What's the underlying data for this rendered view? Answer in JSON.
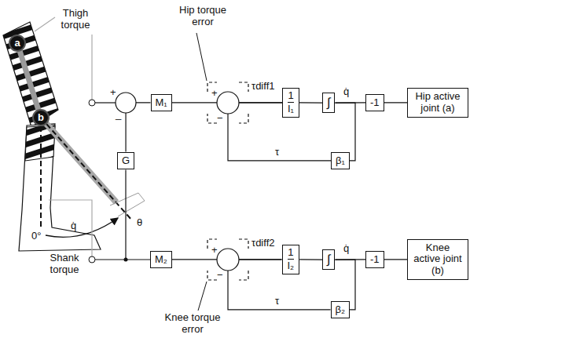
{
  "diagram": {
    "nodes": [
      {
        "text": [
          "M₁"
        ]
      },
      {
        "text": [
          "G"
        ]
      },
      {
        "text": [
          "M₂"
        ]
      },
      {
        "text": [
          "1",
          "I₁"
        ]
      },
      {
        "text": [
          "∫"
        ]
      },
      {
        "text": [
          "-1"
        ]
      },
      {
        "text": [
          "Hip active joint (a)"
        ]
      },
      {
        "text": [
          "β₁"
        ]
      },
      {
        "text": [
          "1",
          "I₂"
        ]
      },
      {
        "text": [
          "∫"
        ]
      },
      {
        "text": [
          "-1"
        ]
      },
      {
        "text": [
          "Knee active joint (b)"
        ]
      },
      {
        "text": [
          "β₂"
        ]
      },
      {
        "text": [
          "a"
        ]
      },
      {
        "text": [
          "b"
        ]
      }
    ],
    "edges": [
      {
        "from": 1,
        "to": 0,
        "arrow": "none"
      },
      {
        "from": 0,
        "to": 3,
        "arrow": "none"
      },
      {
        "from": 3,
        "to": 4,
        "arrow": "none"
      },
      {
        "from": 4,
        "to": 5,
        "label": "q̇",
        "arrow": "none"
      },
      {
        "from": 5,
        "to": 6,
        "arrow": "none"
      },
      {
        "from": 4,
        "to": 7,
        "arrow": "none"
      },
      {
        "from": 7,
        "to": 3,
        "label": "τ",
        "arrow": "none"
      },
      {
        "from": 2,
        "to": 8,
        "arrow": "none"
      },
      {
        "from": 8,
        "to": 9,
        "arrow": "none"
      },
      {
        "from": 9,
        "to": 10,
        "label": "q̇",
        "arrow": "none"
      },
      {
        "from": 10,
        "to": 11,
        "arrow": "none"
      },
      {
        "from": 9,
        "to": 12,
        "arrow": "none"
      },
      {
        "from": 12,
        "to": 8,
        "label": "τ",
        "arrow": "none"
      }
    ],
    "labels": [
      "Thigh torque",
      "Hip torque error",
      "+",
      "_",
      "+",
      "−",
      "τdiff1",
      "Shank torque",
      "0°",
      "q̇",
      "θ",
      "+",
      "−",
      "τdiff2",
      "Knee torque error"
    ]
  }
}
